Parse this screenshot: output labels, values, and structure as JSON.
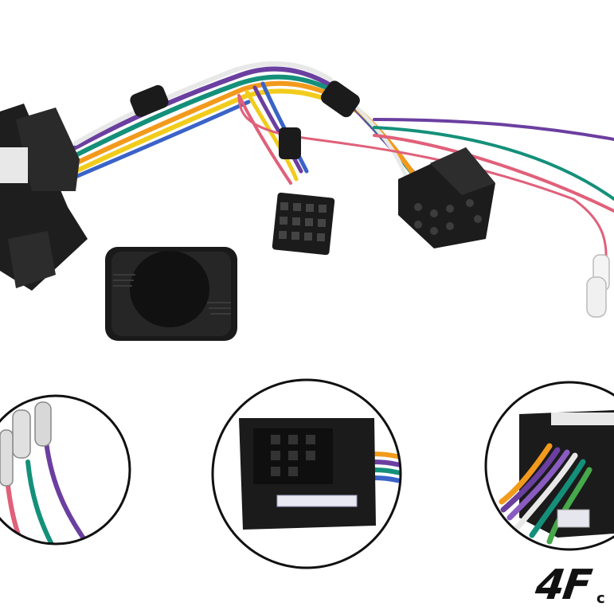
{
  "image": {
    "subject": "steering-wheel-control-interface-harness-kit",
    "components": [
      "quadlock-connector",
      "control-module",
      "16-pin-connector",
      "iso-connector",
      "bullet-terminals"
    ],
    "detail_insets": [
      "bullet-terminal-wires",
      "quadlock-face",
      "iso-connector-wired"
    ]
  },
  "logo": {
    "mark": "4F",
    "sub": "c",
    "color": "#111111"
  },
  "colors": {
    "background": "#ffffff",
    "plastic": "#1b1b1b",
    "wire_violet": "#6b3fa0",
    "wire_teal": "#14907a",
    "wire_pink": "#e0607a",
    "wire_orange": "#f29a1c",
    "wire_yellow": "#f2cc1c",
    "wire_blue": "#3a63c8",
    "wire_white": "#e8e8e8",
    "wire_green": "#46a84a"
  }
}
